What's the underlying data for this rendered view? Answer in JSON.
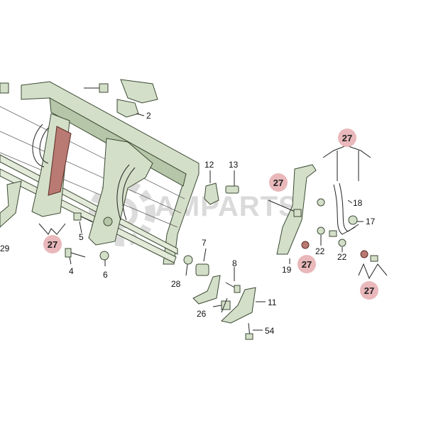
{
  "watermark": {
    "text": "AMPARTS",
    "gear_icon": "gear-icon"
  },
  "labels": {
    "l2": "2",
    "l4": "4",
    "l5": "5",
    "l6": "6",
    "l7": "7",
    "l8": "8",
    "l11": "11",
    "l12": "12",
    "l13": "13",
    "l17": "17",
    "l18": "18",
    "l19": "19",
    "l22a": "22",
    "l22b": "22",
    "l26": "26",
    "l28": "28",
    "l29": "29",
    "l54": "54"
  },
  "callouts": {
    "c27_left": "27",
    "c27_top_right": "27",
    "c27_mid": "27",
    "c27_bottom_mid": "27",
    "c27_bottom_right": "27"
  },
  "colors": {
    "part_fill": "#d4dfc9",
    "part_outline": "#3b4a33",
    "highlight_part": "#b87a72",
    "callout_circle": "#e9b8bb"
  }
}
